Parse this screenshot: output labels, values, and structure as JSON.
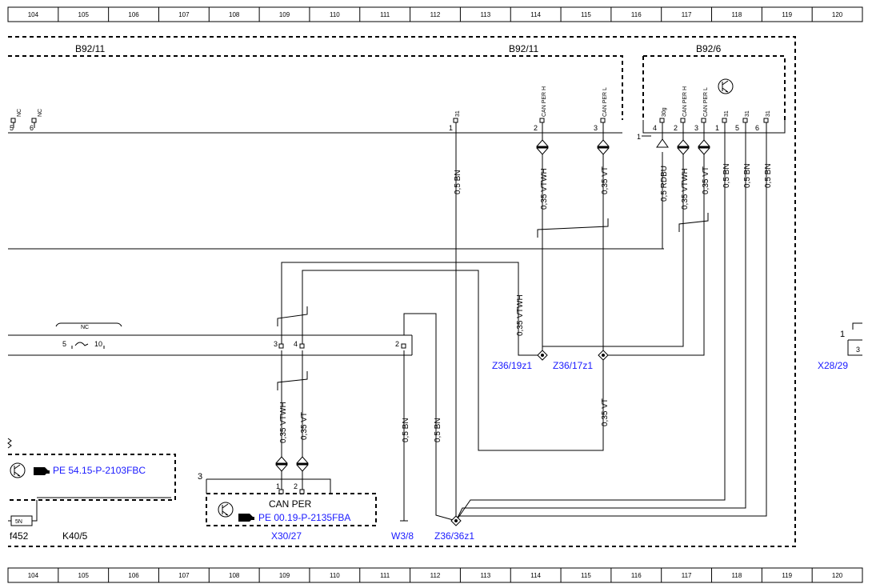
{
  "ruler": {
    "columns": [
      "104",
      "105",
      "106",
      "107",
      "108",
      "109",
      "110",
      "111",
      "112",
      "113",
      "114",
      "115",
      "116",
      "117",
      "118",
      "119",
      "120"
    ]
  },
  "components": {
    "b92_11_left": "B92/11",
    "b92_11_right": "B92/11",
    "b92_6": "B92/6",
    "can_per": "CAN PER",
    "k40_5": "K40/5",
    "f452": "f452",
    "fuse_rating": "5N",
    "x30_27": "X30/27",
    "w3_8": "W3/8",
    "z36_19z1": "Z36/19z1",
    "z36_17z1": "Z36/17z1",
    "z36_36z1": "Z36/36z1",
    "x28_29": "X28/29"
  },
  "references": {
    "pe_54": "PE 54.15-P-2103FBC",
    "pe_00": "PE 00.19-P-2135FBA"
  },
  "pin_funcs": {
    "nc": "NC",
    "p31": "31",
    "can_h": "CAN PER H",
    "can_l": "CAN PER L",
    "p30g": "30g"
  },
  "pins": {
    "p5": "5",
    "p6": "6",
    "p1": "1",
    "p2": "2",
    "p3": "3",
    "p4": "4",
    "b6_4": "4",
    "b6_2": "2",
    "b6_3": "3",
    "b6_1": "1",
    "b6_5": "5",
    "b6_6": "6",
    "block1": "1",
    "k40_5": "5",
    "k40_10": "10",
    "k40_3": "3",
    "k40_4": "4",
    "k40_2": "2",
    "x30_1": "1",
    "x30_2": "2",
    "x30_3": "3",
    "x28_1": "1",
    "x28_3": "3"
  },
  "wires": {
    "bn": "0,5 BN",
    "vtwh": "0,35 VTWH",
    "vt": "0,35 VT",
    "rdbu": "0,5 RDBU"
  }
}
